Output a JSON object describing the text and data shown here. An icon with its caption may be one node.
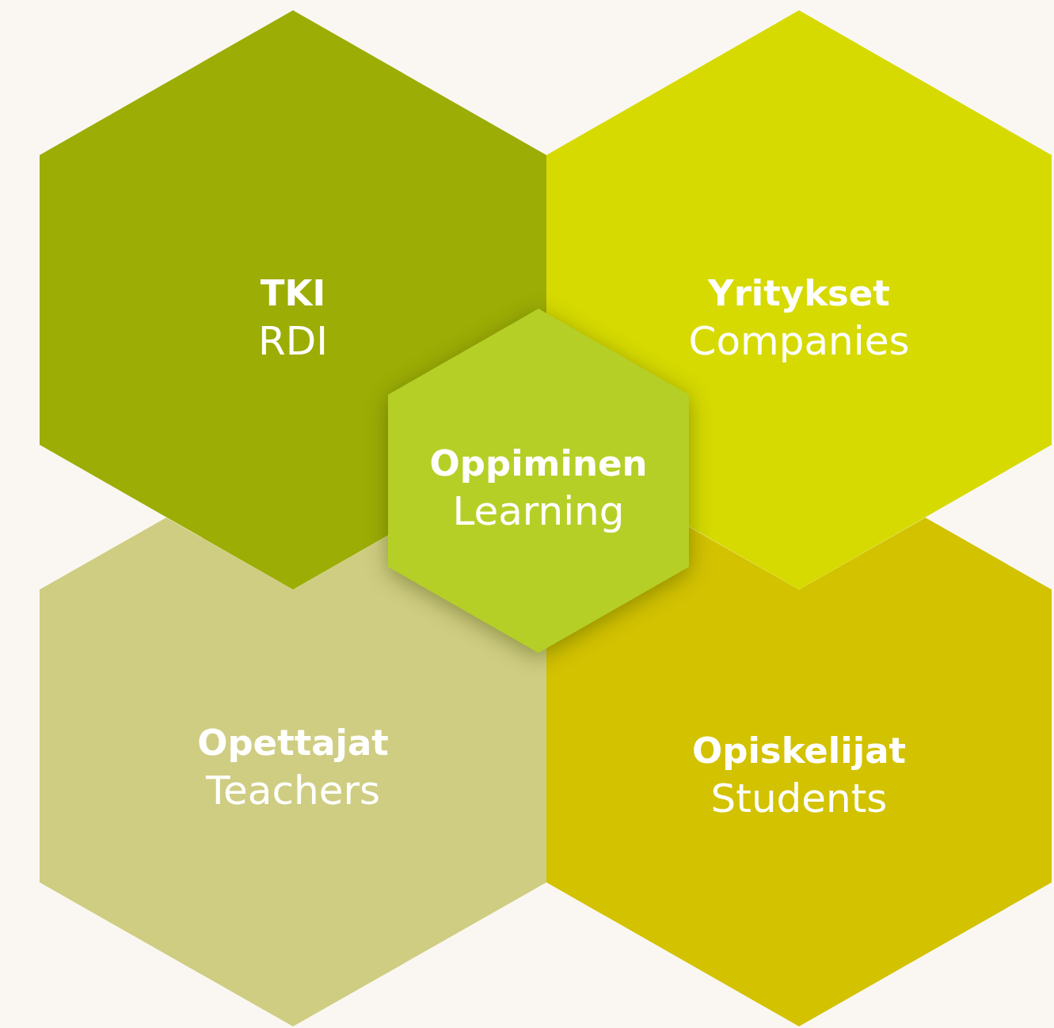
{
  "diagram": {
    "nodes": [
      {
        "text": [
          "Opettajat",
          "Teachers"
        ]
      },
      {
        "text": [
          "Opiskelijat",
          "Students"
        ]
      },
      {
        "text": [
          "TKI",
          "RDI"
        ]
      },
      {
        "text": [
          "Yritykset",
          "Companies"
        ]
      },
      {
        "text": [
          "Oppiminen",
          "Learning"
        ]
      }
    ]
  }
}
